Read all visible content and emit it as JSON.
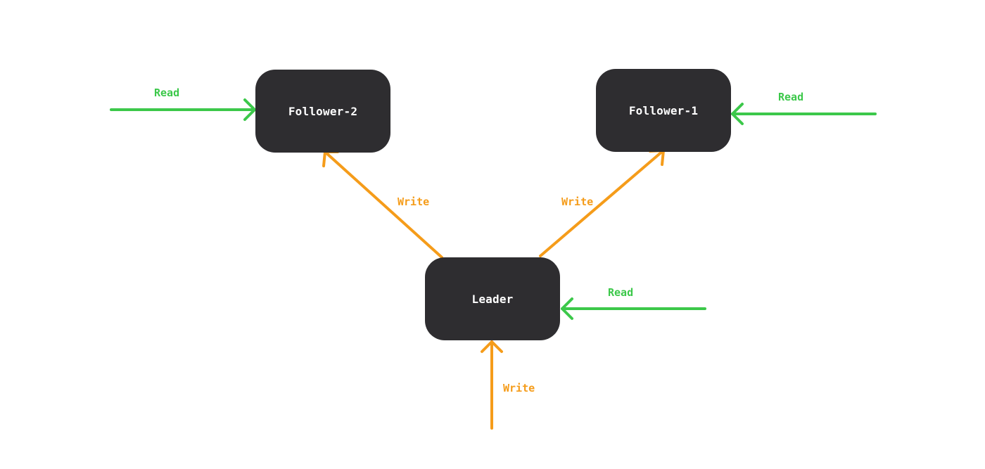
{
  "colors": {
    "read": "#3cc84a",
    "write": "#f59c1a",
    "node_fill": "#2e2d30",
    "node_text": "#ffffff",
    "background": "#ffffff"
  },
  "nodes": {
    "follower_2": "Follower-2",
    "follower_1": "Follower-1",
    "leader": "Leader"
  },
  "edges": {
    "read_to_follower_2": "Read",
    "read_to_follower_1": "Read",
    "read_to_leader": "Read",
    "write_leader_to_follower_2": "Write",
    "write_leader_to_follower_1": "Write",
    "write_to_leader": "Write"
  }
}
